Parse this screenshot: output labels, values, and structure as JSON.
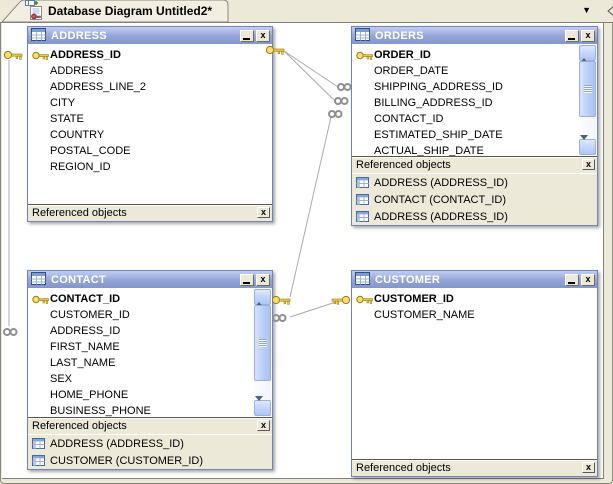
{
  "tab": {
    "title": "Database Diagram Untitled2*"
  },
  "icons": {
    "close_glyph": "x",
    "tab_dropdown_glyph": "▼"
  },
  "tables": [
    {
      "title": "ADDRESS",
      "referenced_label": "Referenced objects",
      "fields": [
        {
          "name": "ADDRESS_ID",
          "pk": true
        },
        {
          "name": "ADDRESS"
        },
        {
          "name": "ADDRESS_LINE_2"
        },
        {
          "name": "CITY"
        },
        {
          "name": "STATE"
        },
        {
          "name": "COUNTRY"
        },
        {
          "name": "POSTAL_CODE"
        },
        {
          "name": "REGION_ID"
        }
      ],
      "referenced": []
    },
    {
      "title": "ORDERS",
      "referenced_label": "Referenced objects",
      "fields": [
        {
          "name": "ORDER_ID",
          "pk": true
        },
        {
          "name": "ORDER_DATE"
        },
        {
          "name": "SHIPPING_ADDRESS_ID"
        },
        {
          "name": "BILLING_ADDRESS_ID"
        },
        {
          "name": "CONTACT_ID"
        },
        {
          "name": "ESTIMATED_SHIP_DATE"
        },
        {
          "name": "ACTUAL_SHIP_DATE"
        }
      ],
      "referenced": [
        "ADDRESS (ADDRESS_ID)",
        "CONTACT (CONTACT_ID)",
        "ADDRESS (ADDRESS_ID)"
      ]
    },
    {
      "title": "CONTACT",
      "referenced_label": "Referenced objects",
      "fields": [
        {
          "name": "CONTACT_ID",
          "pk": true
        },
        {
          "name": "CUSTOMER_ID"
        },
        {
          "name": "ADDRESS_ID"
        },
        {
          "name": "FIRST_NAME"
        },
        {
          "name": "LAST_NAME"
        },
        {
          "name": "SEX"
        },
        {
          "name": "HOME_PHONE"
        },
        {
          "name": "BUSINESS_PHONE"
        }
      ],
      "referenced": [
        "ADDRESS (ADDRESS_ID)",
        "CUSTOMER (CUSTOMER_ID)"
      ]
    },
    {
      "title": "CUSTOMER",
      "referenced_label": "Referenced objects",
      "fields": [
        {
          "name": "CUSTOMER_ID",
          "pk": true
        },
        {
          "name": "CUSTOMER_NAME"
        }
      ],
      "referenced": []
    }
  ],
  "colors": {
    "caption_top": "#c3cdf0",
    "caption_bottom": "#8495cc",
    "chrome": "#ece9d8",
    "canvas": "#ffffff",
    "relationship_line": "#ababab",
    "key_gold": "#e6c84f",
    "scrollbar_blue": "#b7ccf9"
  }
}
